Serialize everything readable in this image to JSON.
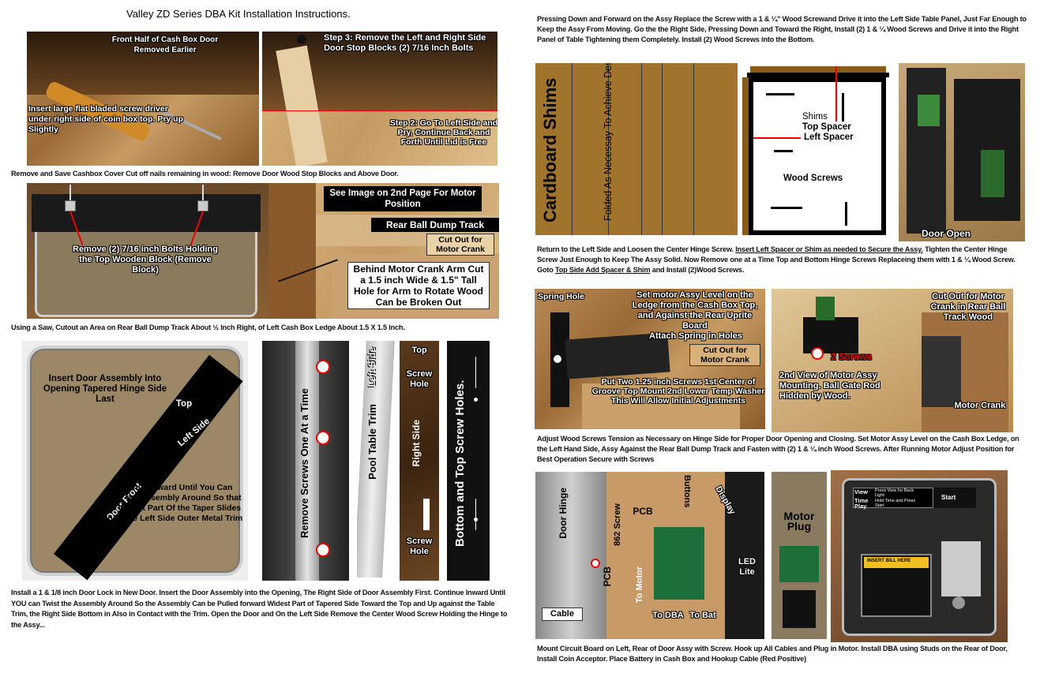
{
  "page": {
    "title": "Valley ZD Series DBA Kit Installation Instructions."
  },
  "left": {
    "row1": {
      "img1_label_top": "Front Half of Cash Box Door Removed Earlier",
      "img1_label_bottom": "Insert large flat bladed screw driver under right side of coin box top. Pry up Slightly",
      "img2_label_step3": "Step 3: Remove the Left and Right Side Door Stop Blocks (2) 7/16 Inch Bolts",
      "img2_label_step2": "Step 2: Go To Left Side and Pry, Continue Back and Forth Until Lid is Free",
      "caption": "Remove and Save Cashbox Cover  Cut off nails remaining in wood:  Remove  Door Wood Stop Blocks and Above Door."
    },
    "row2": {
      "img1_label": "Remove (2) 7/16 inch Bolts Holding the Top Wooden Block (Remove Block)",
      "img2_label_top": "See Image on 2nd Page For Motor Position",
      "img2_label_track": "Rear Ball Dump Track",
      "img2_label_cut": "Cut Out for Motor Crank",
      "img2_label_behind": "Behind Motor Crank Arm Cut a 1.5 inch Wide & 1.5\" Tall Hole for Arm to Rotate Wood Can be Broken Out",
      "caption": "Using a Saw, Cutout an Area on Rear Ball Dump Track  About ½ Inch Right, of Left Cash Box Ledge About 1.5 X 1.5 Inch."
    },
    "row3": {
      "door_insert": "Insert Door Assembly Into Opening Tapered Hinge Side Last",
      "door_top": "Top",
      "door_left_side": "Left Side",
      "door_front": "Door Front",
      "door_continue": "Continue Inward Until You Can Twist the Assembly Around So that the Widest Part Of the Taper Slides Up to the Left Side Outer Metal Trim",
      "strip_text": "Remove Screws One At a Time",
      "trim_text": "Pool Table Trim",
      "trim_left_side": "Left Side",
      "right_top": "Top",
      "right_screw_hole_1": "Screw Hole",
      "right_side": "Right Side",
      "right_screw_hole_2": "Screw Hole",
      "bottom_top_screw": "Bottom and Top Screw Holes.",
      "caption": "Install a 1 & 1/8 inch Door Lock in New Door.  Insert the Door Assembly into the Opening, The Right Side of Door Assembly First.  Continue Inward Until YOU can Twist the Assembly Around So the Assembly Can be Pulled forward Widest Part of Tapered Side Toward the Top and Up against the Table Trim, the Right Side Bottom in Also in Contact with the Trim.  Open the Door and On the Left Side Remove the Center Wood Screw Holding the Hinge to the Assy..."
    }
  },
  "right": {
    "intro": "Pressing Down and Forward on the Assy Replace the Screw with a 1 & ¼\" Wood Screwand Drive it into the Left Side Table Panel,  Just Far Enough to Keep the Assy From Moving. Go the the Right Side, Pressing Down and Toward the Right,  Install (2) 1 & ¼ Wood Screws and Drive it into the Right Panel of Table Tightening them Completely.  Install (2) Wood Screws into the Bottom.",
    "shims": {
      "title": "Cardboard Shims",
      "fold": "Folded As Necessay To Achieve Desided Thickness"
    },
    "diagram": {
      "shims": "Shims",
      "top_spacer": "Top Spacer",
      "left_spacer": "Left Spacer",
      "wood_screws": "Wood Screws"
    },
    "door_open": "Door Open",
    "caption2_a": "Return to the Left Side and Loosen the Center Hinge Screw. ",
    "caption2_u1": "Insert Left Spacer or Shim as needed to Secure the Assy.",
    "caption2_b": " Tighten the Center Hinge Screw Just Enough to Keep The Assy Solid.    Now Remove one at a Time Top and Bottom Hinge Screws  Replaceing them with 1 & ¼ Wood Screw. Goto ",
    "caption2_u2": "Top Side Add Spacer & Shim",
    "caption2_c": "  and Install (2)Wood Screws.",
    "motor": {
      "spring_hole": "Spring Hole",
      "set_motor": "Set motor Assy Level on the Ledge from the Cash Box Top, and Against the Rear Uprite Board",
      "attach_spring": "Attach Spring in Holes",
      "cut_out": "Cut Out for Motor Crank",
      "put_two": "Put Two 1.25 inch Screws 1st Center of Groove Top Mount 2nd Lower Temp Washer This Will Allow Initial Adjustments",
      "cut_out_2": "Cut Out for Motor Crank in Rear Ball Track Wood",
      "two_screws": "2 Screws",
      "second_view": "2nd View of Motor Assy Mounting. Ball Gate Rod Hidden by Wood.",
      "motor_crank": "Motor Crank"
    },
    "caption3": "Adjust Wood Screws Tension as Necessary on Hinge Side for Proper Door Opening and Closing. Set Motor Assy Level on the Cash Box Ledge, on the Left Hand Side, Assy Against the Rear Ball Dump Track and Fasten with (2) 1 & ¼ inch Wood Screws.  After Running Motor Adjust Position for Best Operation Secure with Screws",
    "pcb": {
      "door_hinge": "Door Hinge",
      "pcb": "PCB",
      "buttons": "Buttons",
      "display": "Display",
      "screw": "862 Screw",
      "pcb_v": "PCB",
      "to_motor": "To Motor",
      "led": "LED Lite",
      "cable": "Cable",
      "to_dba": "To DBA",
      "to_bat": "To Bat"
    },
    "motor_plug": "Motor Plug",
    "dba": {
      "view": "View",
      "press_view": "Press View for Back Light",
      "start": "Start",
      "time_play": "Time Play",
      "hold_time": "Hold Time and Press Start",
      "insert_bill": "INSERT BILL HERE"
    },
    "caption4": "Mount Circuit Board on Left, Rear of Door Assy with Screw. Hook up All Cables and Plug in  Motor. Install DBA using Studs on the Rear of Door, Install Coin Acceptor.  Place Battery in Cash Box and Hookup Cable (Red Positive)"
  }
}
